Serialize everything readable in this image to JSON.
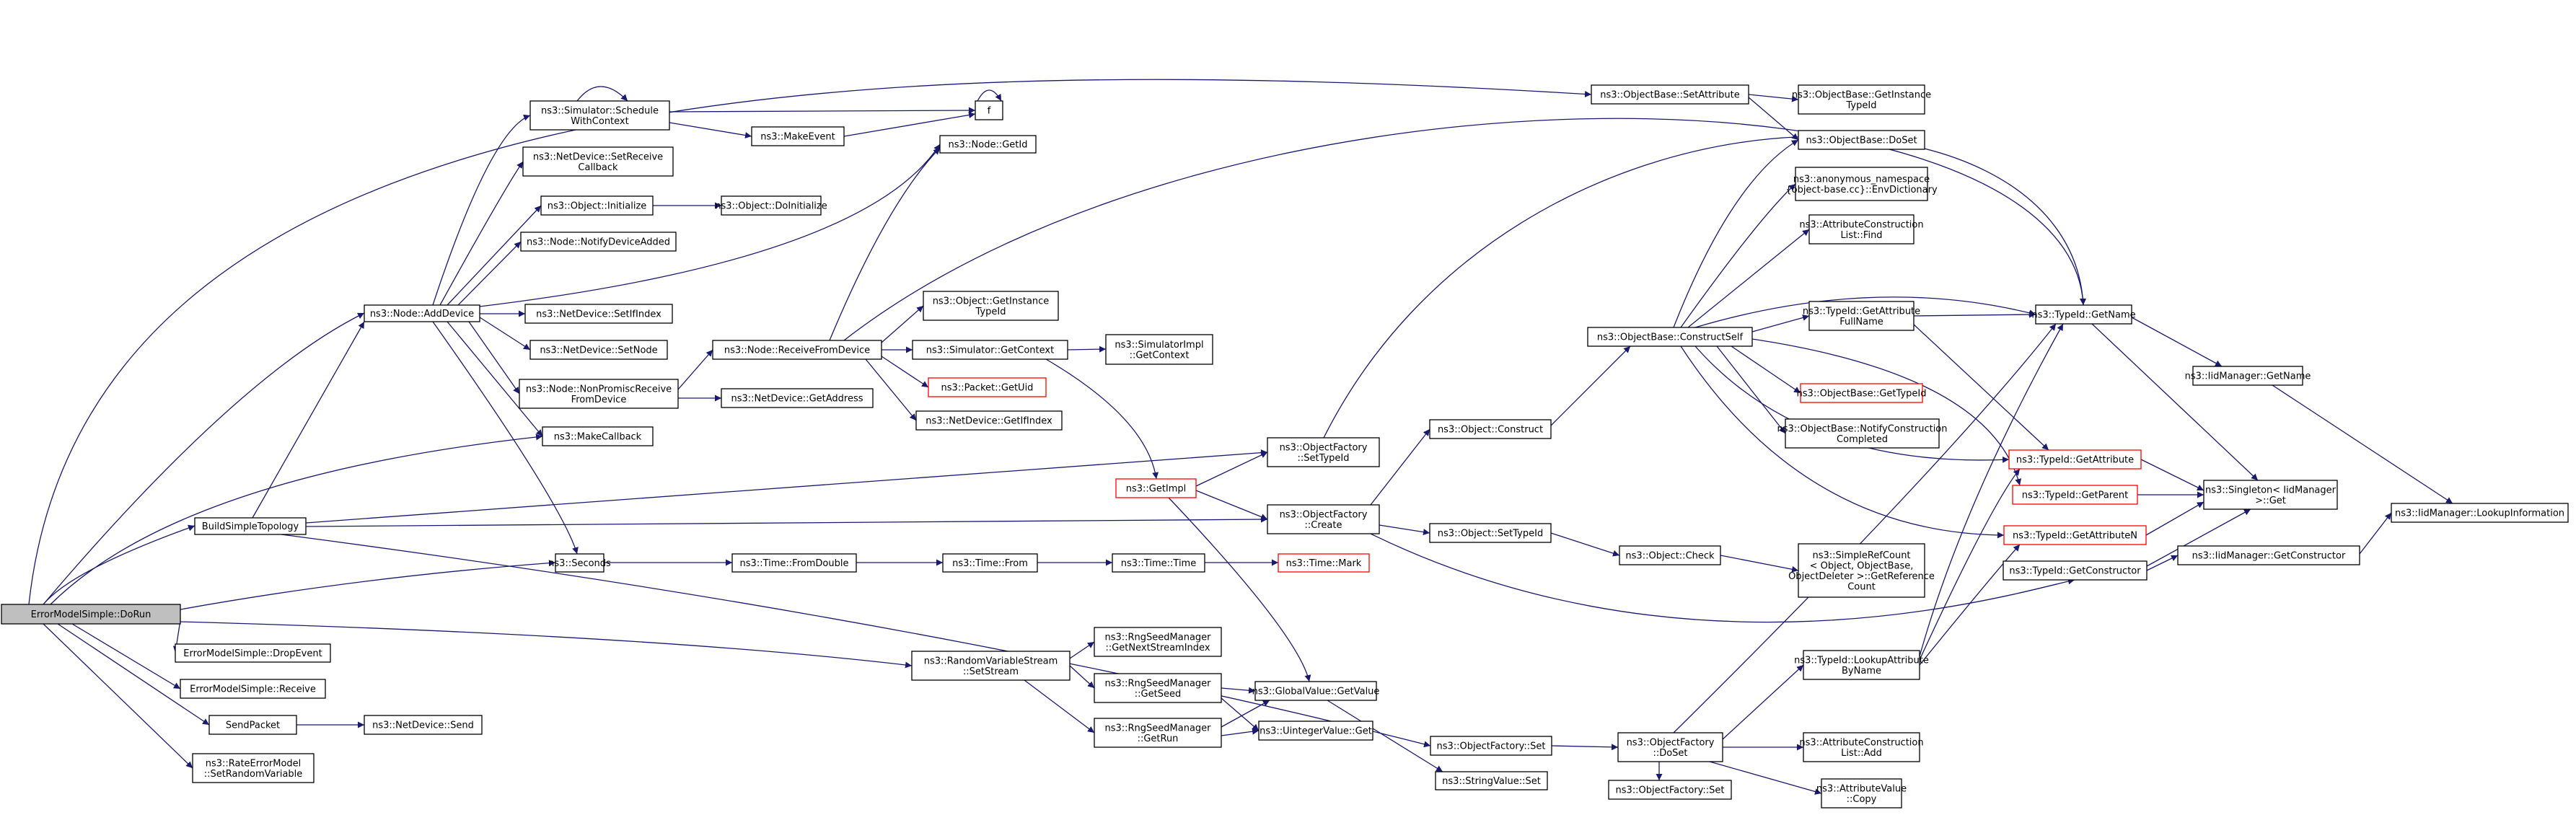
{
  "graph": {
    "edge_color": "#191970",
    "highlight_border_color": "#ff0000",
    "root_fill_color": "#bfbfbf",
    "nodes": [
      {
        "id": "n0",
        "lines": [
          "ErrorModelSimple::DoRun"
        ],
        "style": "root"
      },
      {
        "id": "n1",
        "lines": [
          "BuildSimpleTopology"
        ],
        "style": "normal"
      },
      {
        "id": "n2",
        "lines": [
          "ns3::Node::AddDevice"
        ],
        "style": "normal"
      },
      {
        "id": "n3",
        "lines": [
          "ns3::Simulator::Schedule",
          "WithContext"
        ],
        "style": "normal"
      },
      {
        "id": "n4",
        "lines": [
          "f"
        ],
        "style": "normal"
      },
      {
        "id": "n5",
        "lines": [
          "ns3::MakeEvent"
        ],
        "style": "normal"
      },
      {
        "id": "n6",
        "lines": [
          "ns3::NetDevice::SetReceive",
          "Callback"
        ],
        "style": "normal"
      },
      {
        "id": "n7",
        "lines": [
          "ns3::Object::Initialize"
        ],
        "style": "normal"
      },
      {
        "id": "n8",
        "lines": [
          "ns3::Object::DoInitialize"
        ],
        "style": "normal"
      },
      {
        "id": "n9",
        "lines": [
          "ns3::Node::NotifyDeviceAdded"
        ],
        "style": "normal"
      },
      {
        "id": "n10",
        "lines": [
          "ns3::NetDevice::SetIfIndex"
        ],
        "style": "normal"
      },
      {
        "id": "n11",
        "lines": [
          "ns3::NetDevice::SetNode"
        ],
        "style": "normal"
      },
      {
        "id": "n12",
        "lines": [
          "ns3::Node::NonPromiscReceive",
          "FromDevice"
        ],
        "style": "normal"
      },
      {
        "id": "n13",
        "lines": [
          "ns3::MakeCallback"
        ],
        "style": "normal"
      },
      {
        "id": "n14",
        "lines": [
          "ns3::Node::GetId"
        ],
        "style": "normal"
      },
      {
        "id": "n15",
        "lines": [
          "ns3::Node::ReceiveFromDevice"
        ],
        "style": "normal"
      },
      {
        "id": "n16",
        "lines": [
          "ns3::Object::GetInstance",
          "TypeId"
        ],
        "style": "normal"
      },
      {
        "id": "n17",
        "lines": [
          "ns3::Simulator::GetContext"
        ],
        "style": "normal"
      },
      {
        "id": "n18",
        "lines": [
          "ns3::SimulatorImpl",
          "::GetContext"
        ],
        "style": "normal"
      },
      {
        "id": "n19",
        "lines": [
          "ns3::Packet::GetUid"
        ],
        "style": "red"
      },
      {
        "id": "n20",
        "lines": [
          "ns3::NetDevice::GetIfIndex"
        ],
        "style": "normal"
      },
      {
        "id": "n21",
        "lines": [
          "ns3::NetDevice::GetAddress"
        ],
        "style": "normal"
      },
      {
        "id": "n22",
        "lines": [
          "ns3::GetImpl"
        ],
        "style": "red"
      },
      {
        "id": "n23",
        "lines": [
          "ns3::ObjectFactory",
          "::SetTypeId"
        ],
        "style": "normal"
      },
      {
        "id": "n24",
        "lines": [
          "ns3::ObjectFactory",
          "::Create"
        ],
        "style": "normal"
      },
      {
        "id": "n25",
        "lines": [
          "ns3::Seconds"
        ],
        "style": "normal"
      },
      {
        "id": "n26",
        "lines": [
          "ns3::Time::FromDouble"
        ],
        "style": "normal"
      },
      {
        "id": "n27",
        "lines": [
          "ns3::Time::From"
        ],
        "style": "normal"
      },
      {
        "id": "n28",
        "lines": [
          "ns3::Time::Time"
        ],
        "style": "normal"
      },
      {
        "id": "n29",
        "lines": [
          "ns3::Time::Mark"
        ],
        "style": "red"
      },
      {
        "id": "n30",
        "lines": [
          "ErrorModelSimple::DropEvent"
        ],
        "style": "normal"
      },
      {
        "id": "n31",
        "lines": [
          "ErrorModelSimple::Receive"
        ],
        "style": "normal"
      },
      {
        "id": "n32",
        "lines": [
          "SendPacket"
        ],
        "style": "normal"
      },
      {
        "id": "n33",
        "lines": [
          "ns3::NetDevice::Send"
        ],
        "style": "normal"
      },
      {
        "id": "n34",
        "lines": [
          "ns3::RateErrorModel",
          "::SetRandomVariable"
        ],
        "style": "normal"
      },
      {
        "id": "n35",
        "lines": [
          "ns3::RandomVariableStream",
          "::SetStream"
        ],
        "style": "normal"
      },
      {
        "id": "n36",
        "lines": [
          "ns3::RngSeedManager",
          "::GetNextStreamIndex"
        ],
        "style": "normal"
      },
      {
        "id": "n37",
        "lines": [
          "ns3::RngSeedManager",
          "::GetSeed"
        ],
        "style": "normal"
      },
      {
        "id": "n38",
        "lines": [
          "ns3::RngSeedManager",
          "::GetRun"
        ],
        "style": "normal"
      },
      {
        "id": "n39",
        "lines": [
          "ns3::GlobalValue::GetValue"
        ],
        "style": "normal"
      },
      {
        "id": "n40",
        "lines": [
          "ns3::UintegerValue::Get"
        ],
        "style": "normal"
      },
      {
        "id": "n41",
        "lines": [
          "ns3::StringValue::Set"
        ],
        "style": "normal"
      },
      {
        "id": "n42",
        "lines": [
          "ns3::ObjectFactory::Set"
        ],
        "style": "normal"
      },
      {
        "id": "n43",
        "lines": [
          "ns3::ObjectFactory",
          "::DoSet"
        ],
        "style": "normal"
      },
      {
        "id": "n44",
        "lines": [
          "ns3::ObjectFactory::Set"
        ],
        "style": "normal"
      },
      {
        "id": "n45",
        "lines": [
          "ns3::Object::Construct"
        ],
        "style": "normal"
      },
      {
        "id": "n46",
        "lines": [
          "ns3::Object::SetTypeId"
        ],
        "style": "normal"
      },
      {
        "id": "n47",
        "lines": [
          "ns3::Object::Check"
        ],
        "style": "normal"
      },
      {
        "id": "n48",
        "lines": [
          "ns3::ObjectBase::SetAttribute"
        ],
        "style": "normal"
      },
      {
        "id": "n49",
        "lines": [
          "ns3::ObjectBase::ConstructSelf"
        ],
        "style": "normal"
      },
      {
        "id": "n50",
        "lines": [
          "ns3::ObjectBase::GetInstance",
          "TypeId"
        ],
        "style": "normal"
      },
      {
        "id": "n51",
        "lines": [
          "ns3::ObjectBase::DoSet"
        ],
        "style": "normal"
      },
      {
        "id": "n52",
        "lines": [
          "ns3::anonymous_namespace",
          "{object-base.cc}::EnvDictionary"
        ],
        "style": "normal"
      },
      {
        "id": "n53",
        "lines": [
          "ns3::AttributeConstruction",
          "List::Find"
        ],
        "style": "normal"
      },
      {
        "id": "n54",
        "lines": [
          "ns3::TypeId::GetAttribute",
          "FullName"
        ],
        "style": "normal"
      },
      {
        "id": "n55",
        "lines": [
          "ns3::ObjectBase::GetTypeId"
        ],
        "style": "red"
      },
      {
        "id": "n56",
        "lines": [
          "ns3::ObjectBase::NotifyConstruction",
          "Completed"
        ],
        "style": "normal"
      },
      {
        "id": "n57",
        "lines": [
          "ns3::SimpleRefCount",
          "< Object, ObjectBase,",
          "ObjectDeleter >::GetReference",
          "Count"
        ],
        "style": "normal"
      },
      {
        "id": "n58",
        "lines": [
          "ns3::TypeId::LookupAttribute",
          "ByName"
        ],
        "style": "normal"
      },
      {
        "id": "n59",
        "lines": [
          "ns3::AttributeConstruction",
          "List::Add"
        ],
        "style": "normal"
      },
      {
        "id": "n60",
        "lines": [
          "ns3::AttributeValue",
          "::Copy"
        ],
        "style": "normal"
      },
      {
        "id": "n61",
        "lines": [
          "ns3::TypeId::GetName"
        ],
        "style": "normal"
      },
      {
        "id": "n62",
        "lines": [
          "ns3::IidManager::GetName"
        ],
        "style": "normal"
      },
      {
        "id": "n63",
        "lines": [
          "ns3::TypeId::GetAttribute"
        ],
        "style": "red"
      },
      {
        "id": "n64",
        "lines": [
          "ns3::TypeId::GetParent"
        ],
        "style": "red"
      },
      {
        "id": "n65",
        "lines": [
          "ns3::TypeId::GetAttributeN"
        ],
        "style": "red"
      },
      {
        "id": "n66",
        "lines": [
          "ns3::TypeId::GetConstructor"
        ],
        "style": "normal"
      },
      {
        "id": "n67",
        "lines": [
          "ns3::Singleton< IidManager",
          ">::Get"
        ],
        "style": "normal"
      },
      {
        "id": "n68",
        "lines": [
          "ns3::IidManager::GetConstructor"
        ],
        "style": "normal"
      },
      {
        "id": "n69",
        "lines": [
          "ns3::IidManager::LookupInformation"
        ],
        "style": "normal"
      }
    ],
    "edges": [
      [
        "n0",
        "n1"
      ],
      [
        "n0",
        "n2"
      ],
      [
        "n0",
        "n13"
      ],
      [
        "n0",
        "n25"
      ],
      [
        "n0",
        "n30"
      ],
      [
        "n0",
        "n31"
      ],
      [
        "n0",
        "n32"
      ],
      [
        "n0",
        "n34"
      ],
      [
        "n0",
        "n35"
      ],
      [
        "n0",
        "n48"
      ],
      [
        "n1",
        "n2"
      ],
      [
        "n1",
        "n23"
      ],
      [
        "n1",
        "n24"
      ],
      [
        "n1",
        "n42"
      ],
      [
        "n2",
        "n3"
      ],
      [
        "n2",
        "n6"
      ],
      [
        "n2",
        "n7"
      ],
      [
        "n2",
        "n9"
      ],
      [
        "n2",
        "n10"
      ],
      [
        "n2",
        "n11"
      ],
      [
        "n2",
        "n12"
      ],
      [
        "n2",
        "n13"
      ],
      [
        "n2",
        "n14"
      ],
      [
        "n2",
        "n25"
      ],
      [
        "n3",
        "n3"
      ],
      [
        "n3",
        "n4"
      ],
      [
        "n3",
        "n5"
      ],
      [
        "n4",
        "n4"
      ],
      [
        "n5",
        "n4"
      ],
      [
        "n7",
        "n8"
      ],
      [
        "n12",
        "n15"
      ],
      [
        "n12",
        "n21"
      ],
      [
        "n15",
        "n14"
      ],
      [
        "n15",
        "n16"
      ],
      [
        "n15",
        "n17"
      ],
      [
        "n15",
        "n19"
      ],
      [
        "n15",
        "n20"
      ],
      [
        "n15",
        "n61"
      ],
      [
        "n17",
        "n18"
      ],
      [
        "n17",
        "n22"
      ],
      [
        "n22",
        "n23"
      ],
      [
        "n22",
        "n24"
      ],
      [
        "n22",
        "n39"
      ],
      [
        "n23",
        "n61"
      ],
      [
        "n24",
        "n45"
      ],
      [
        "n24",
        "n46"
      ],
      [
        "n24",
        "n66"
      ],
      [
        "n25",
        "n26"
      ],
      [
        "n26",
        "n27"
      ],
      [
        "n27",
        "n28"
      ],
      [
        "n28",
        "n29"
      ],
      [
        "n32",
        "n33"
      ],
      [
        "n35",
        "n36"
      ],
      [
        "n35",
        "n37"
      ],
      [
        "n35",
        "n38"
      ],
      [
        "n37",
        "n39"
      ],
      [
        "n37",
        "n40"
      ],
      [
        "n38",
        "n39"
      ],
      [
        "n38",
        "n40"
      ],
      [
        "n39",
        "n41"
      ],
      [
        "n42",
        "n43"
      ],
      [
        "n43",
        "n44"
      ],
      [
        "n43",
        "n58"
      ],
      [
        "n43",
        "n59"
      ],
      [
        "n43",
        "n60"
      ],
      [
        "n43",
        "n61"
      ],
      [
        "n45",
        "n49"
      ],
      [
        "n46",
        "n47"
      ],
      [
        "n47",
        "n57"
      ],
      [
        "n48",
        "n50"
      ],
      [
        "n48",
        "n51"
      ],
      [
        "n49",
        "n51"
      ],
      [
        "n49",
        "n52"
      ],
      [
        "n49",
        "n53"
      ],
      [
        "n49",
        "n54"
      ],
      [
        "n49",
        "n55"
      ],
      [
        "n49",
        "n56"
      ],
      [
        "n49",
        "n61"
      ],
      [
        "n49",
        "n63"
      ],
      [
        "n49",
        "n64"
      ],
      [
        "n49",
        "n65"
      ],
      [
        "n54",
        "n61"
      ],
      [
        "n54",
        "n63"
      ],
      [
        "n58",
        "n61"
      ],
      [
        "n58",
        "n63"
      ],
      [
        "n58",
        "n65"
      ],
      [
        "n61",
        "n62"
      ],
      [
        "n61",
        "n67"
      ],
      [
        "n62",
        "n69"
      ],
      [
        "n63",
        "n67"
      ],
      [
        "n64",
        "n67"
      ],
      [
        "n65",
        "n67"
      ],
      [
        "n66",
        "n67"
      ],
      [
        "n66",
        "n68"
      ],
      [
        "n68",
        "n69"
      ]
    ]
  }
}
